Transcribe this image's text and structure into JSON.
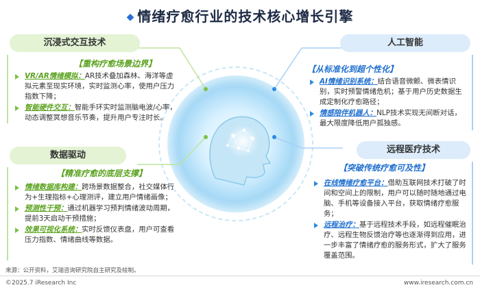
{
  "title": "情绪疗愈行业的技术核心增长引擎",
  "sections": {
    "immersive": {
      "header": "沉浸式交互技术",
      "subheader": "【重构疗愈场景边界】",
      "items": [
        {
          "key": "VR/AR情绪模拟：",
          "text": "AR技术叠加森林、海洋等虚拟元素至现实环境，实时监测心率，使用户压力指数下降；"
        },
        {
          "key": "智能硬件交互：",
          "text": "智能手环实时监测脑电波/心率，动态调整冥想音乐节奏，提升用户专注时长。"
        }
      ]
    },
    "ai": {
      "header": "人工智能",
      "subheader": "【从标准化到超个性化】",
      "items": [
        {
          "key": "AI情绪识别系统：",
          "text": "结合语音微颤、微表情识别，实时预警情绪危机；基于用户历史数据生成定制化疗愈路径；"
        },
        {
          "key": "情感陪伴机器人：",
          "text": "NLP技术实现无间断对话，最大限度降低用户孤独感。"
        }
      ]
    },
    "data": {
      "header": "数据驱动",
      "subheader": "【精准疗愈的底层支撑】",
      "items": [
        {
          "key": "情绪数据库构建：",
          "text": "跨场景数据整合，社交媒体行为+生理指标+心理测评，建立用户情绪画像；"
        },
        {
          "key": "预测性干预：",
          "text": "通过机器学习预判情绪波动周期，提前3天启动干预措施；"
        },
        {
          "key": "效果可视化系统：",
          "text": "实时反馈仪表盘，用户可查看压力指数、情绪曲线等数据。"
        }
      ]
    },
    "remote": {
      "header": "远程医疗技术",
      "subheader": "【突破传统疗愈可及性】",
      "items": [
        {
          "key": "在线情绪疗愈平台：",
          "text": "借助互联网技术打破了时间和空间上的限制，用户可以随时随地通过电脑、手机等设备接入平台，获取情绪疗愈服务；"
        },
        {
          "key": "远程治疗：",
          "text": "基于远程技术手段，如远程催眠治疗、远程生物反馈治疗等也逐渐得到应用，进一步丰富了情绪疗愈的服务形式，扩大了服务覆盖范围。"
        }
      ]
    }
  },
  "source": "来源：公开资料，艾瑞咨询研究院自主研究及绘制。",
  "copyright": "©2025.7 iResearch Inc",
  "website": "www.iresearch.com.cn",
  "colors": {
    "green": "#7cc242",
    "blue": "#2b8be0",
    "title": "#1d2a44"
  }
}
